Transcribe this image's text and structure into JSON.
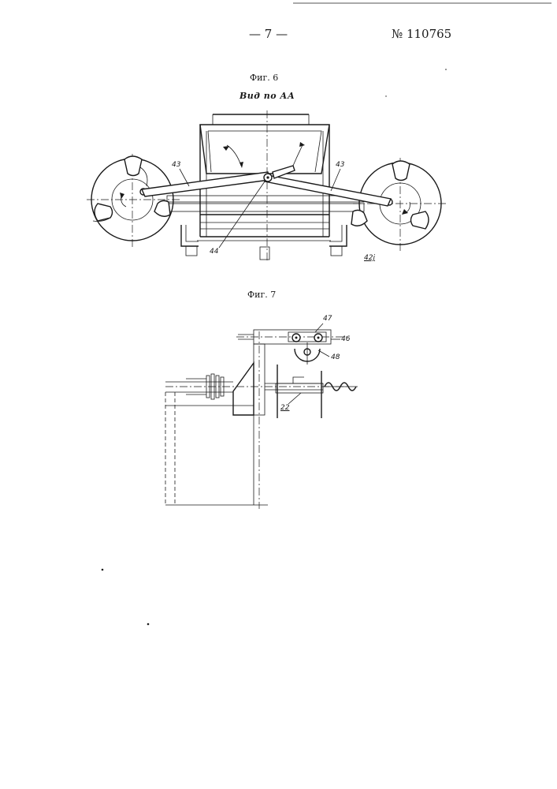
{
  "header": {
    "page_number": "— 7 —",
    "patent_number": "№ 110765"
  },
  "figure6": {
    "caption": "Фиг. 6",
    "view_label": "Вид по АА",
    "labels": {
      "left_arm": "43",
      "right_arm": "43",
      "pivot": "44",
      "right_disc": "42j"
    }
  },
  "figure7": {
    "caption": "Фиг. 7",
    "labels": {
      "bar": "47",
      "bracket": "46",
      "roller": "48",
      "shaft": "22"
    }
  }
}
